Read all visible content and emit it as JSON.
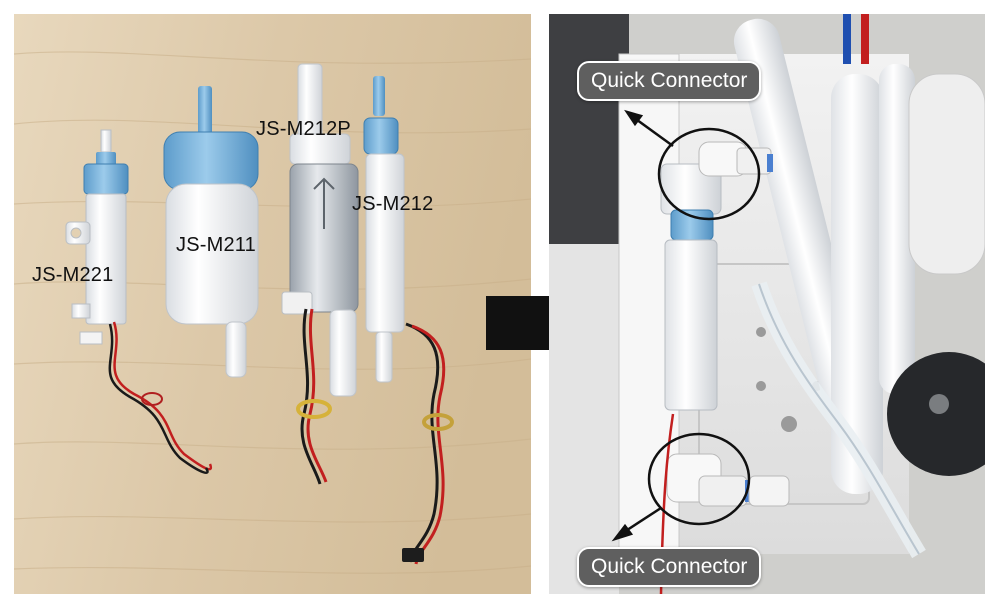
{
  "left_photo": {
    "labels": {
      "m221": "JS-M221",
      "m211": "JS-M211",
      "m212p": "JS-M212P",
      "m212": "JS-M212"
    }
  },
  "right_photo": {
    "callouts": {
      "top": "Quick Connector",
      "bottom": "Quick Connector"
    }
  },
  "colors": {
    "connector_blue": "#7ab7de",
    "callout_bg": "#5f5f5f",
    "arrow": "#111111"
  }
}
